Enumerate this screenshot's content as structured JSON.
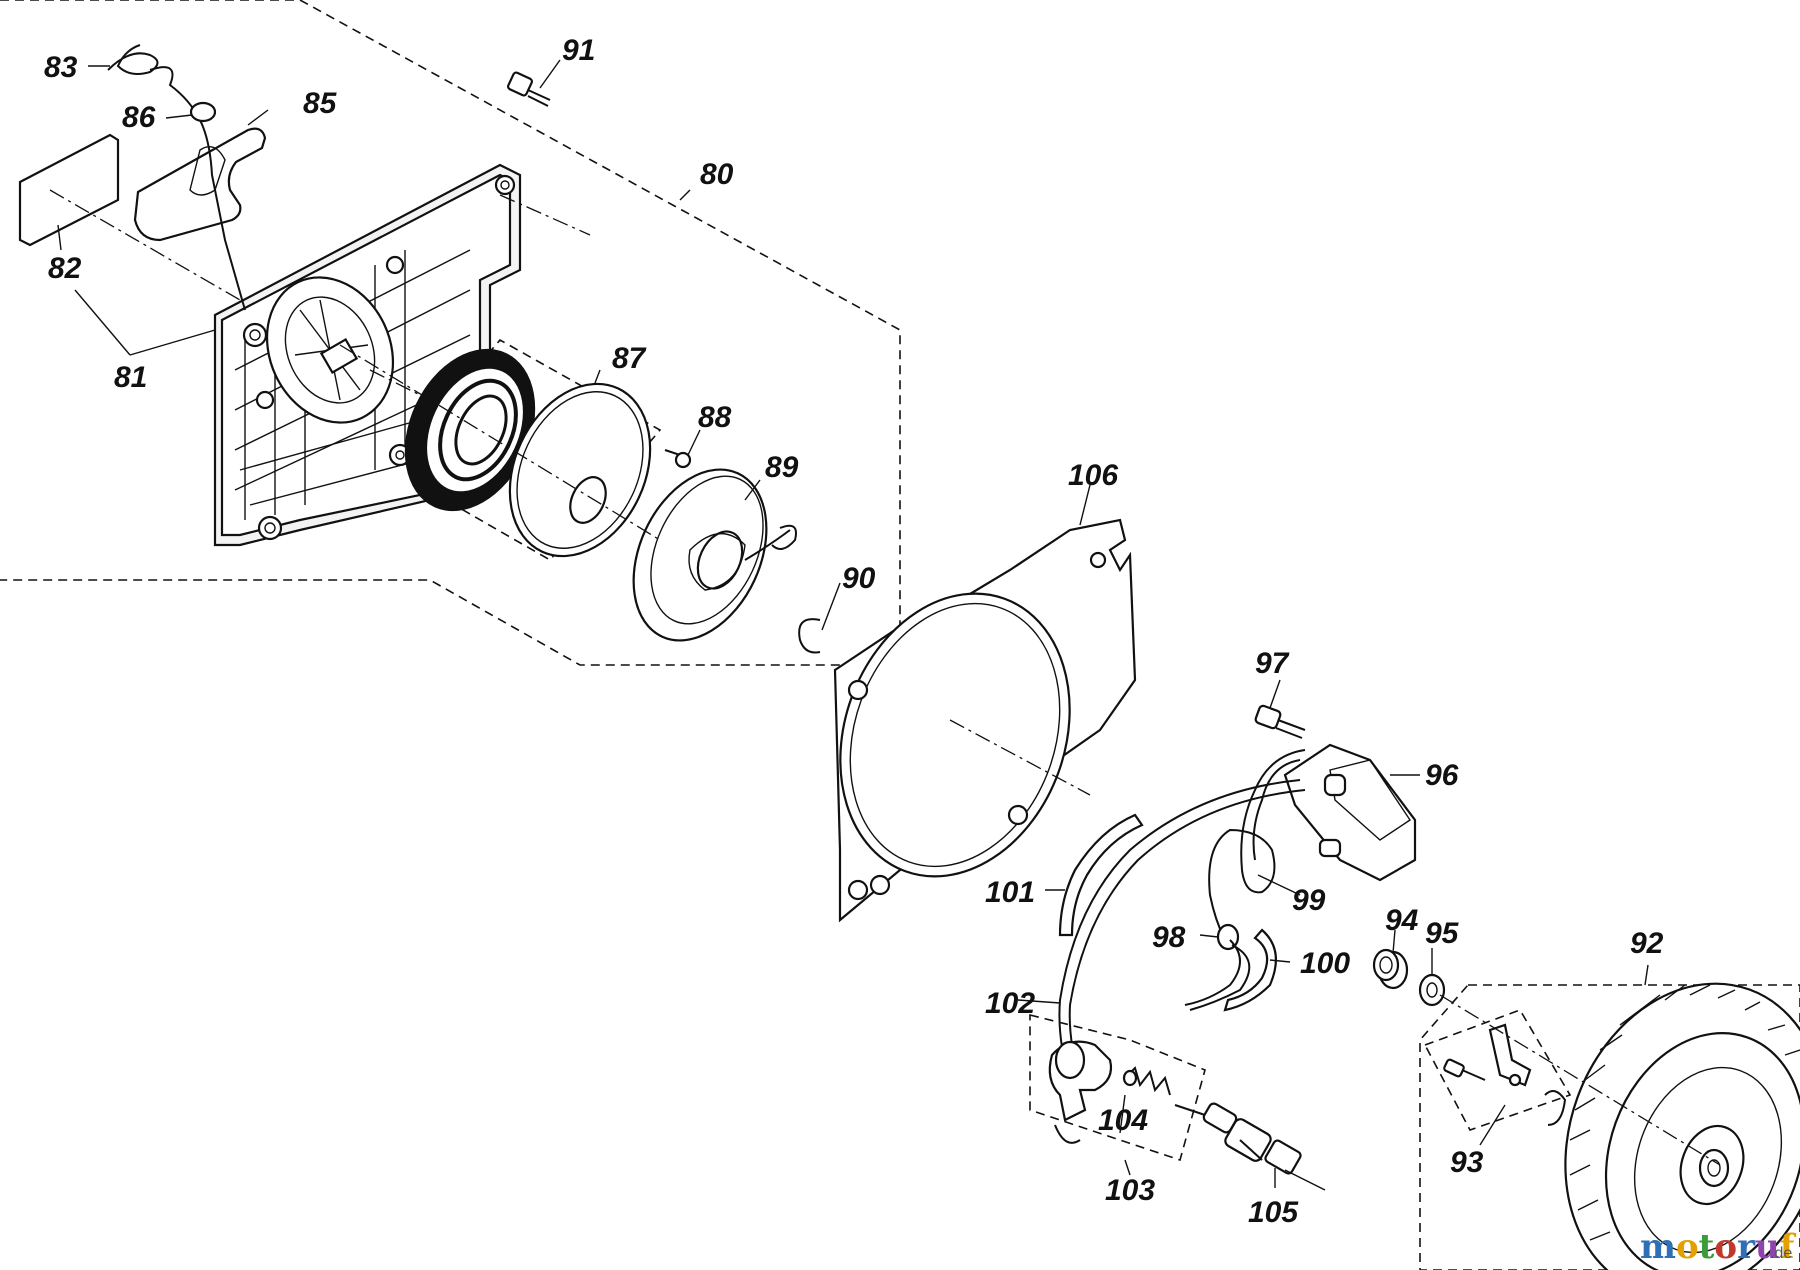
{
  "labels": {
    "l80": "80",
    "l81": "81",
    "l82": "82",
    "l83": "83",
    "l85": "85",
    "l86": "86",
    "l87": "87",
    "l88": "88",
    "l89": "89",
    "l90": "90",
    "l91": "91",
    "l92": "92",
    "l93": "93",
    "l94": "94",
    "l95": "95",
    "l96": "96",
    "l97": "97",
    "l98": "98",
    "l99": "99",
    "l100": "100",
    "l101": "101",
    "l102": "102",
    "l103": "103",
    "l104": "104",
    "l105": "105",
    "l106": "106"
  },
  "watermark": {
    "text": "motoruf",
    "suffix": ".de"
  }
}
